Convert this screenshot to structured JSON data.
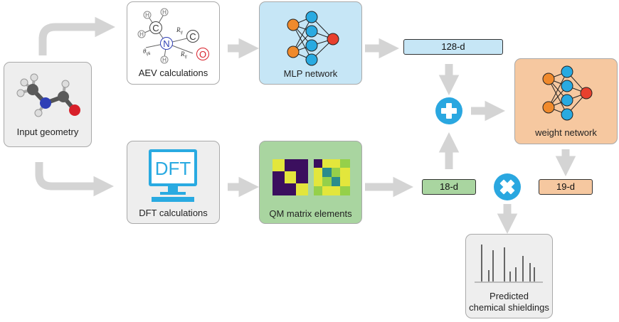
{
  "nodes": {
    "input": {
      "label": "Input geometry",
      "color": "#eeeeee"
    },
    "aev": {
      "label": "AEV calculations",
      "color": "#ffffff",
      "atoms": {
        "c": "C",
        "h": "H",
        "n": "N",
        "o": "O"
      },
      "symbols": {
        "rij_top": "R",
        "rij_top_sub": "ij",
        "rij_right": "R",
        "rij_right_sub": "ij",
        "theta": "θ",
        "theta_sub": "ijk"
      }
    },
    "mlp": {
      "label": "MLP network",
      "color": "#c6e6f6"
    },
    "dft": {
      "label": "DFT calculations",
      "color": "#eeeeee",
      "screen_text": "DFT"
    },
    "qm": {
      "label": "QM matrix elements",
      "color": "#a9d5a0"
    },
    "weight": {
      "label": "weight network",
      "color": "#f6c8a0"
    },
    "output": {
      "label_line1": "Predicted",
      "label_line2": "chemical shieldings",
      "color": "#eeeeee"
    }
  },
  "vectors": {
    "v128": {
      "label": "128-d",
      "color": "#c6e6f6"
    },
    "v18": {
      "label": "18-d",
      "color": "#a9d5a0"
    },
    "v19": {
      "label": "19-d",
      "color": "#f6c8a0"
    }
  },
  "operators": {
    "plus_icon": "plus-icon",
    "times_icon": "times-icon",
    "color": "#2aa7e0"
  },
  "colors": {
    "arrow": "#d4d4d4",
    "node_blue": "#29aae1",
    "node_orange": "#f08a2c",
    "node_red": "#e8402e",
    "heat_dark": "#3b0f5e",
    "heat_yellow": "#e3e63c",
    "heat_green": "#95d04a",
    "heat_teal": "#2a8c8c"
  }
}
